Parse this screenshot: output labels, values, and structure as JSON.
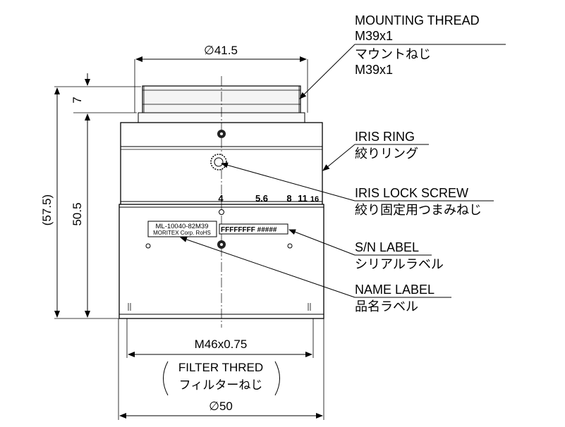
{
  "dimensions": {
    "top_diameter": "∅41.5",
    "thread_height": "7",
    "overall_height": "(57.5)",
    "body_height": "50.5",
    "filter_thread": "M46x0.75",
    "filter_note_en": "FILTER THRED",
    "filter_note_ja": "フィルターねじ",
    "bottom_diameter": "∅50"
  },
  "callouts": {
    "mounting_thread": {
      "en": "MOUNTING THREAD",
      "spec1": "M39x1",
      "ja": "マウントねじ",
      "spec2": "M39x1"
    },
    "iris_ring": {
      "en": "IRIS RING",
      "ja": "絞りリング"
    },
    "iris_lock_screw": {
      "en": "IRIS LOCK SCREW",
      "ja": "絞り固定用つまみねじ"
    },
    "sn_label": {
      "en": "S/N LABEL",
      "ja": "シリアルラベル"
    },
    "name_label": {
      "en": "NAME LABEL",
      "ja": "品名ラベル"
    }
  },
  "iris_scale": [
    "4",
    "5.6",
    "8",
    "11",
    "16"
  ],
  "name_label_text": {
    "line1": "ML-10040-82M39",
    "line2": "MORITEX Corp. RoHS"
  },
  "serial_label_text": "FFFFFFFF #####"
}
